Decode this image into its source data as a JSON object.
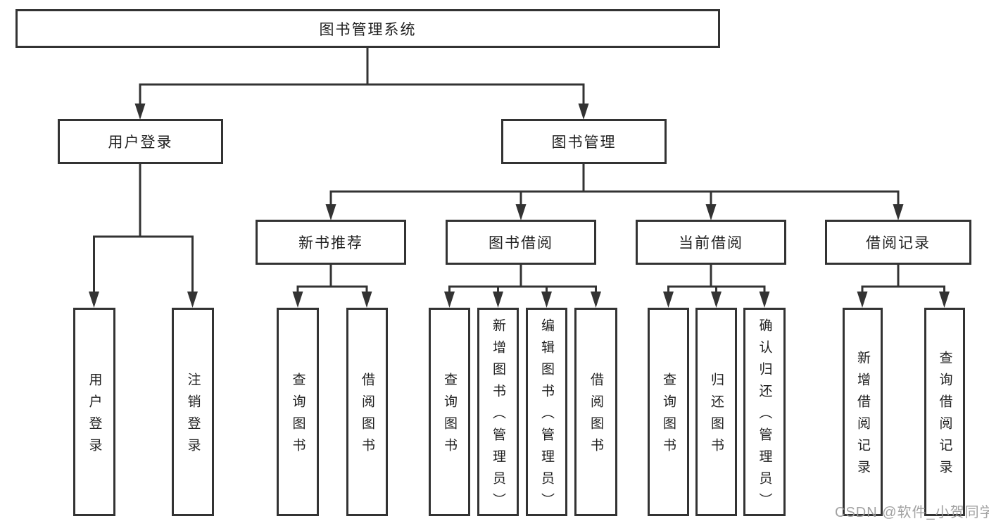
{
  "diagram": {
    "root": {
      "label": "图书管理系统"
    },
    "level2": [
      {
        "label": "用户登录"
      },
      {
        "label": "图书管理"
      }
    ],
    "level3": [
      {
        "label": "新书推荐"
      },
      {
        "label": "图书借阅"
      },
      {
        "label": "当前借阅"
      },
      {
        "label": "借阅记录"
      }
    ],
    "leaves": {
      "user_login": [
        "用户登录",
        "注销登录"
      ],
      "new_book_recommend": [
        "查询图书",
        "借阅图书"
      ],
      "book_borrow": [
        "查询图书",
        "新增图书（管理员）",
        "编辑图书（管理员）",
        "借阅图书"
      ],
      "current_borrow": [
        "查询图书",
        "归还图书",
        "确认归还（管理员）"
      ],
      "borrow_records": [
        "新增借阅记录",
        "查询借阅记录"
      ]
    }
  },
  "watermark": {
    "text": "CSDN @软件_小贺同学"
  },
  "colors": {
    "line": "#333333",
    "border": "#333333",
    "text": "#1f1f1f",
    "background": "#ffffff",
    "watermark": "#9a9a9a"
  }
}
